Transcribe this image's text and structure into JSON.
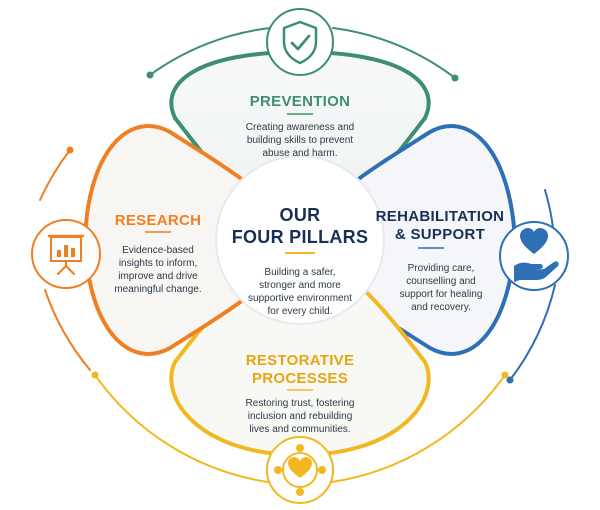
{
  "colors": {
    "prevention": "#3d8f6f",
    "rehabilitation": "#2f6fb6",
    "restorative": "#f2b821",
    "research": "#ef7f22",
    "navy": "#1a2f55"
  },
  "center": {
    "title_line1": "OUR",
    "title_line2": "FOUR PILLARS",
    "desc": "Building a safer, stronger and more supportive environment for every child."
  },
  "pillars": {
    "prevention": {
      "title": "PREVENTION",
      "desc": "Creating awareness and building skills to prevent abuse and harm.",
      "icon": "shield-check-icon"
    },
    "rehabilitation": {
      "title_line1": "REHABILITATION",
      "title_line2": "& SUPPORT",
      "desc": "Providing care, counselling and support for healing and recovery.",
      "icon": "heart-in-hand-icon"
    },
    "restorative": {
      "title_line1": "RESTORATIVE",
      "title_line2": "PROCESSES",
      "desc": "Restoring trust, fostering inclusion and rebuilding lives and communities.",
      "icon": "connected-heart-icon"
    },
    "research": {
      "title": "RESEARCH",
      "desc": "Evidence-based insights to inform, improve and drive meaningful change.",
      "icon": "presentation-chart-icon"
    }
  }
}
